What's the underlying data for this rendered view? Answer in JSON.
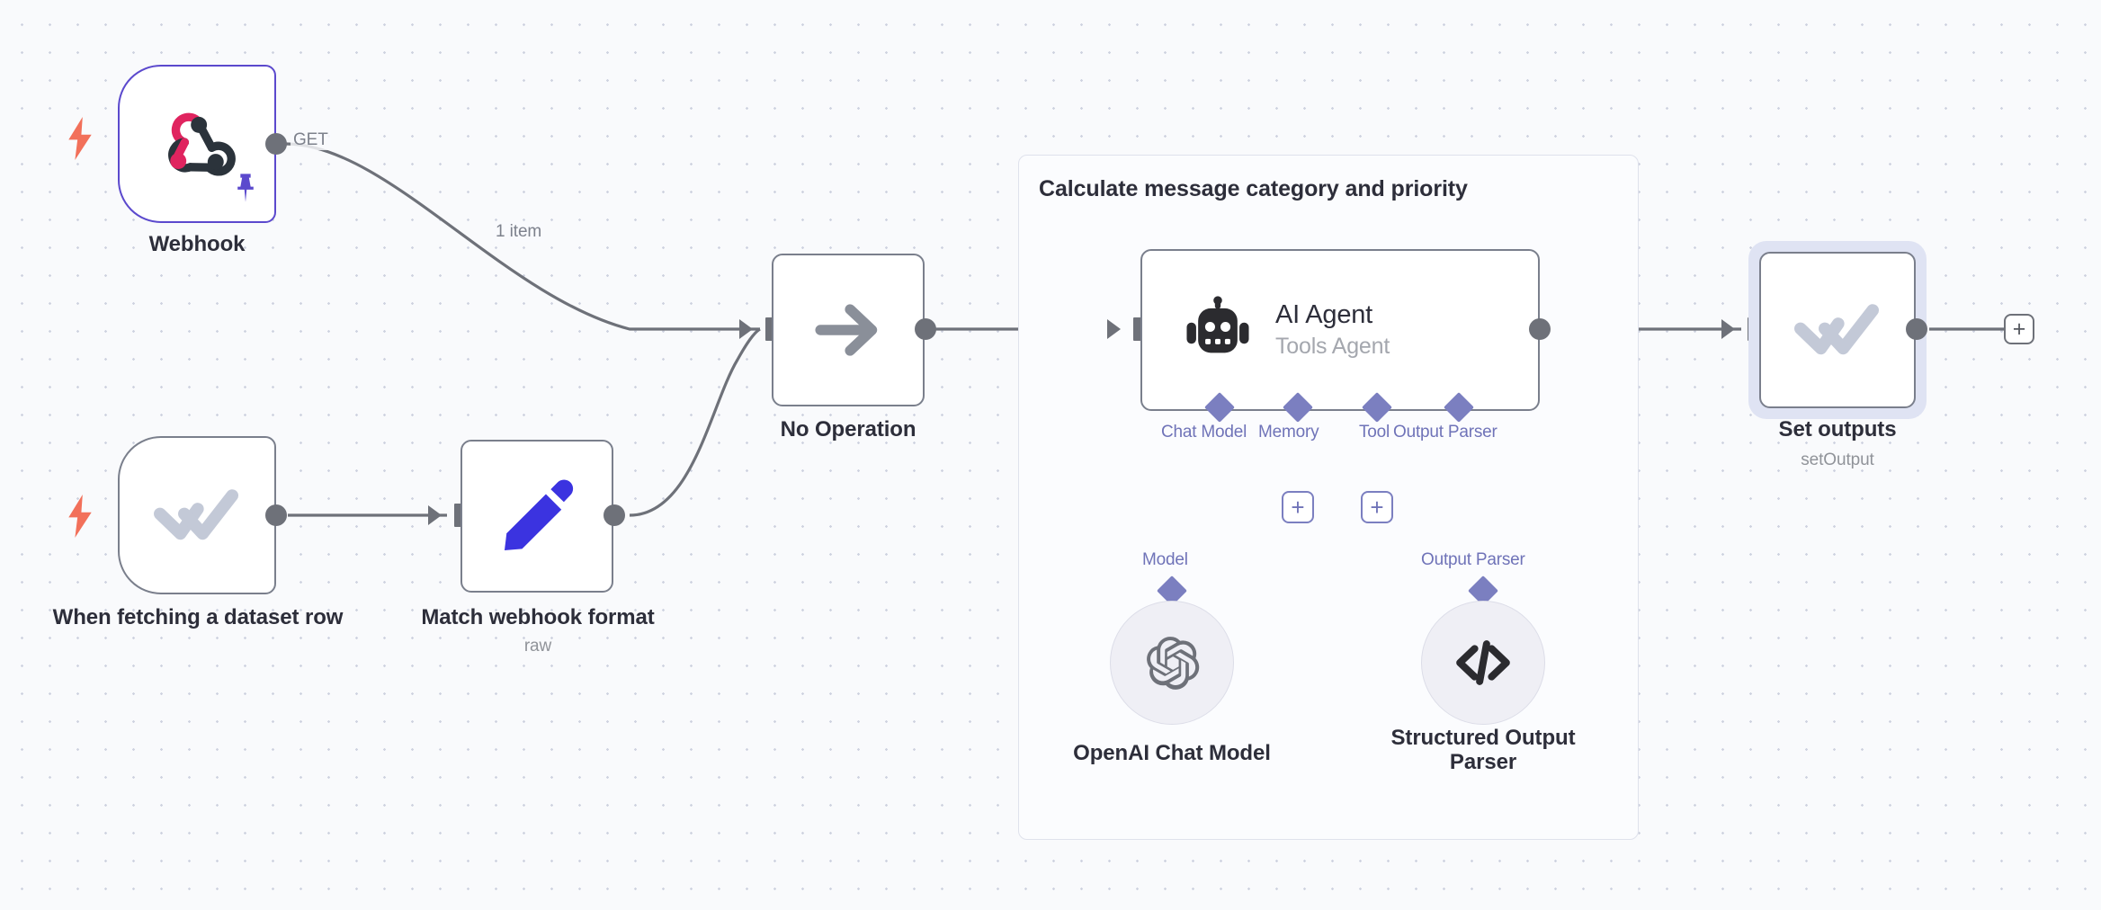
{
  "canvas": {
    "background_color": "#f9fafc",
    "grid_dot_color": "#cfd3e0"
  },
  "group": {
    "title": "Calculate message category and priority",
    "border_color": "#dfe2ec"
  },
  "nodes": [
    {
      "id": "webhook",
      "label": "Webhook",
      "sublabel": "",
      "icon": "webhook-icon",
      "accent_color": "#5b49cd",
      "is_trigger": true,
      "pinned": true,
      "selected": false
    },
    {
      "id": "when-fetching-dataset-row",
      "label": "When fetching a dataset row",
      "sublabel": "",
      "icon": "double-check-icon",
      "accent_color": "#7a7f8c",
      "is_trigger": true,
      "pinned": false,
      "selected": false
    },
    {
      "id": "match-webhook-format",
      "label": "Match webhook format",
      "sublabel": "raw",
      "icon": "pencil-icon",
      "accent_color": "#3b33e0",
      "is_trigger": false,
      "pinned": false,
      "selected": false
    },
    {
      "id": "no-operation",
      "label": "No Operation",
      "sublabel": "",
      "icon": "arrow-right-icon",
      "accent_color": "#7a7f8c",
      "is_trigger": false,
      "pinned": false,
      "selected": false
    },
    {
      "id": "ai-agent",
      "label": "AI Agent",
      "sublabel": "Tools Agent",
      "icon": "robot-icon",
      "accent_color": "#2d2e3a",
      "is_trigger": false,
      "pinned": false,
      "selected": false
    },
    {
      "id": "set-outputs",
      "label": "Set outputs",
      "sublabel": "setOutput",
      "icon": "double-check-icon",
      "accent_color": "#7a7f8c",
      "is_trigger": false,
      "pinned": false,
      "selected": true
    },
    {
      "id": "openai-chat-model",
      "label": "OpenAI Chat Model",
      "sublabel": "",
      "icon": "openai-icon",
      "accent_color": "#6e7179",
      "is_trigger": false,
      "pinned": false,
      "selected": false
    },
    {
      "id": "structured-output-parser",
      "label": "Structured Output Parser",
      "sublabel": "",
      "icon": "code-brackets-icon",
      "accent_color": "#2d2e3a",
      "is_trigger": false,
      "pinned": false,
      "selected": false
    }
  ],
  "edges": [
    {
      "id": "webhook-to-noop",
      "label": "GET",
      "item_label": "1 item"
    },
    {
      "id": "fetch-to-match",
      "label": "",
      "item_label": ""
    },
    {
      "id": "match-to-noop",
      "label": "",
      "item_label": ""
    },
    {
      "id": "noop-to-agent",
      "label": "",
      "item_label": ""
    },
    {
      "id": "agent-to-setoutputs",
      "label": "",
      "item_label": ""
    }
  ],
  "ai_agent_connectors": [
    {
      "id": "chat-model",
      "label": "Chat Model",
      "has_plus": false,
      "connected_to": "openai-chat-model"
    },
    {
      "id": "memory",
      "label": "Memory",
      "has_plus": true,
      "connected_to": ""
    },
    {
      "id": "tool",
      "label": "Tool",
      "has_plus": true,
      "connected_to": ""
    },
    {
      "id": "output-parser",
      "label": "Output Parser",
      "has_plus": false,
      "connected_to": "structured-output-parser"
    }
  ],
  "sub_node_connectors": [
    {
      "id": "model-link",
      "label": "Model"
    },
    {
      "id": "output-parser-link",
      "label": "Output Parser"
    }
  ],
  "add_node_button": {
    "label": "+"
  },
  "colors": {
    "accent_purple": "#5b49cd",
    "sub_node_purple": "#7b7fc0",
    "trigger_bolt": "#f2705a",
    "edge_gray": "#6e7179",
    "node_border": "#7a7f8c",
    "text_primary": "#2d2e3a",
    "text_secondary": "#909399"
  }
}
